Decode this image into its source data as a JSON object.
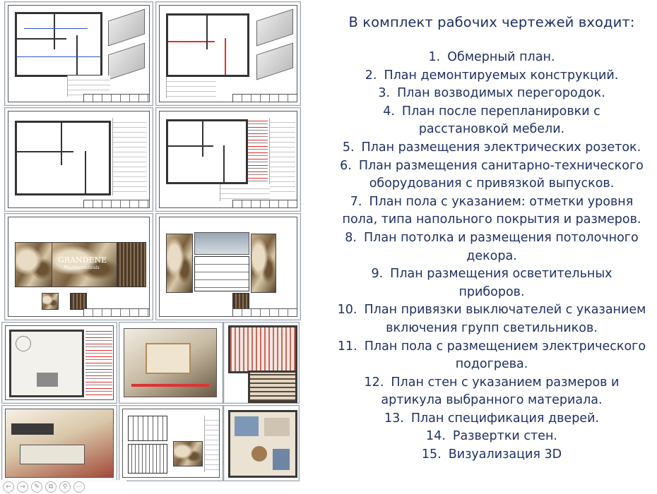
{
  "panel": {
    "heading": "В комплект рабочих чертежей входит:",
    "items": [
      {
        "num": "1.",
        "text": "Обмерный план."
      },
      {
        "num": "2.",
        "text": "План демонтируемых конструкций."
      },
      {
        "num": "3.",
        "text": "План возводимых перегородок."
      },
      {
        "num": "4.",
        "text": "План после перепланировки с расстановкой мебели."
      },
      {
        "num": "5.",
        "text": "План размещения электрических розеток."
      },
      {
        "num": "6.",
        "text": "План размещения санитарно-технического оборудования с привязкой выпусков."
      },
      {
        "num": "7.",
        "text": "План пола с указанием: отметки уровня пола, типа напольного покрытия и размеров."
      },
      {
        "num": "8.",
        "text": "План потолка и размещения потолочного декора."
      },
      {
        "num": "9.",
        "text": "План размещения осветительных приборов."
      },
      {
        "num": "10.",
        "text": "План привязки выключателей с указанием включения групп светильников."
      },
      {
        "num": "11.",
        "text": "План пола с размещением электрического подогрева."
      },
      {
        "num": "12.",
        "text": "План стен с указанием размеров и артикула выбранного материала."
      },
      {
        "num": "13.",
        "text": "План спецификация дверей."
      },
      {
        "num": "14.",
        "text": "Развертки стен."
      },
      {
        "num": "15.",
        "text": "Визуализация 3D"
      }
    ]
  },
  "thumbnails": {
    "reception_brand": "GRANDENE",
    "reception_sub": "Pharmaceuticals"
  },
  "toolbar": {
    "icons": [
      "back-icon",
      "forward-icon",
      "pen-icon",
      "copy-icon",
      "zoom-icon",
      "more-icon"
    ]
  },
  "colors": {
    "text": "#1f3164",
    "accent_red": "#e03030",
    "dim_blue": "#2b54c8"
  }
}
